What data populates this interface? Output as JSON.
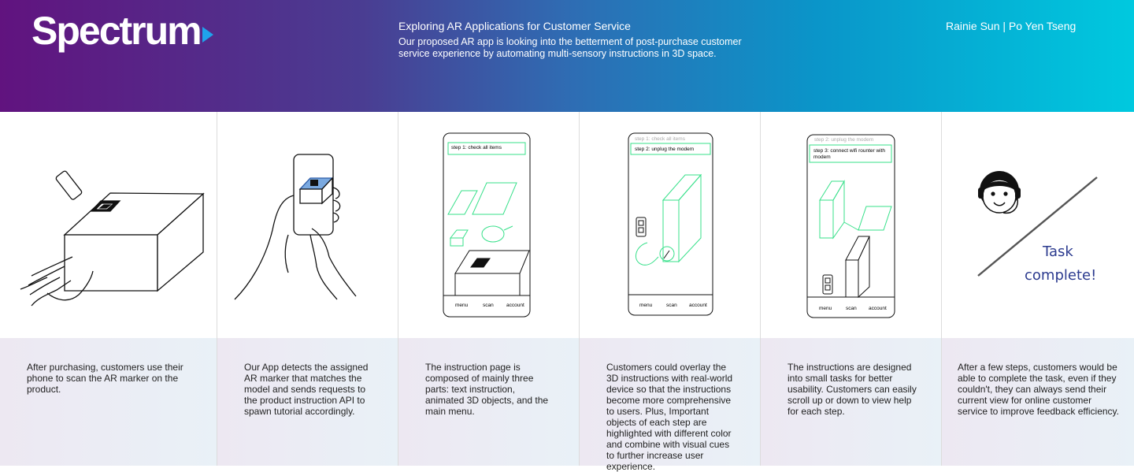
{
  "header": {
    "logo": "Spectrum",
    "title": "Exploring AR Applications for Customer Service",
    "subtitle": "Our proposed AR app is looking into the betterment of post-purchase customer service experience by automating multi-sensory instructions in 3D space.",
    "authors": "Rainie Sun | Po Yen Tseng"
  },
  "colors": {
    "accent_green": "#37e08a",
    "primary_purple": "#61137f",
    "primary_cyan": "#00c9df",
    "task_blue": "#2c3b8f"
  },
  "panels": [
    {
      "caption": "After purchasing, customers use their phone to scan the AR marker on the product."
    },
    {
      "caption": "Our App detects the assigned AR marker that matches the model and sends requests to the product instruction API to spawn tutorial accordingly."
    },
    {
      "caption": "The instruction page is composed of mainly three parts: text instruction, animated 3D objects, and the main menu.",
      "phone": {
        "step_current": "step 1: check all items",
        "menu": [
          "menu",
          "scan",
          "account"
        ]
      }
    },
    {
      "caption": "Customers could overlay the 3D instructions with real-world device so that the instructions become more comprehensive to users. Plus, Important objects of each step are highlighted with different color and combine with visual cues to further increase user experience.",
      "phone": {
        "step_previous": "step 1: check all items",
        "step_current": "step 2: unplug the modem",
        "menu": [
          "menu",
          "scan",
          "account"
        ]
      }
    },
    {
      "caption": "The instructions are designed into small tasks for better usability. Customers can easily scroll up or down to view help for each step.",
      "phone": {
        "step_previous": "step 2: unplug the modem",
        "step_current_1": "step 3: connect wifi rounter with",
        "step_current_2": "modem",
        "menu": [
          "menu",
          "scan",
          "account"
        ]
      }
    },
    {
      "caption": "After a few steps, customers would be able to complete the task, even if they couldn't, they can always send their current view for online customer service to improve feedback efficiency.",
      "task_line1": "Task",
      "task_line2": "complete!"
    }
  ]
}
